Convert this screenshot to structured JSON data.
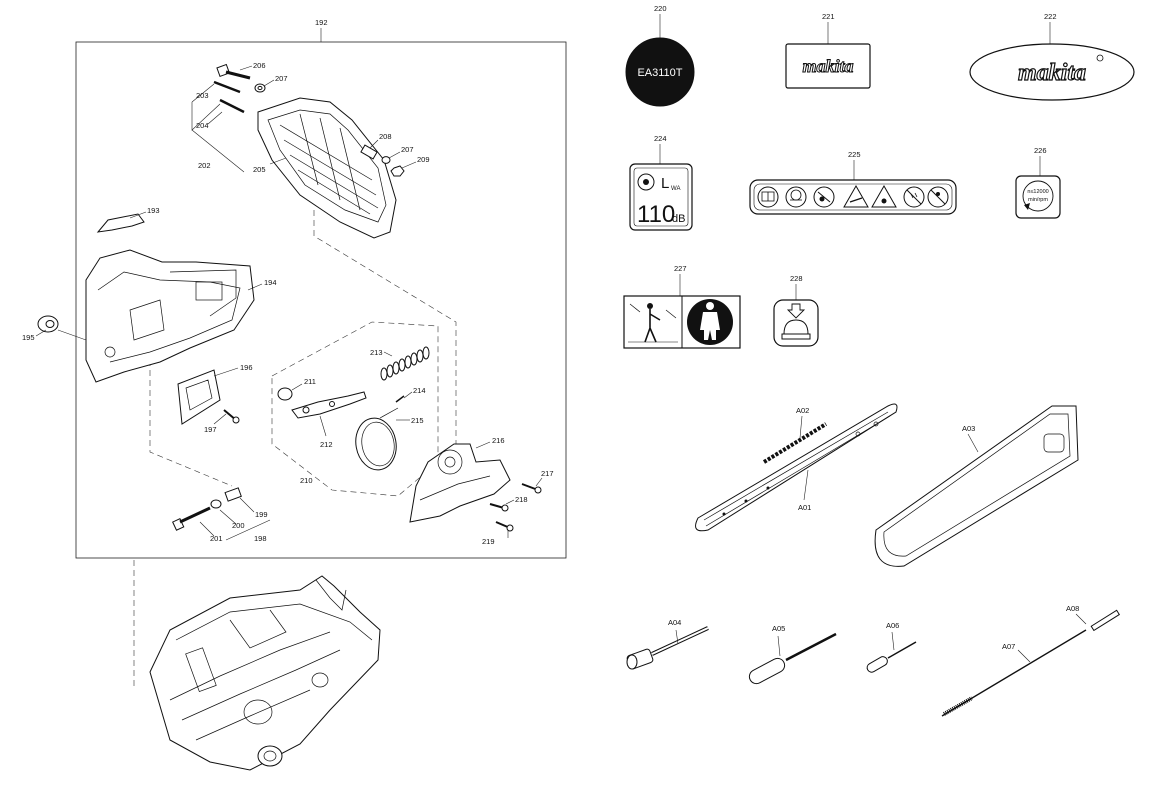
{
  "assembly_label": "192",
  "callouts": {
    "c193": "193",
    "c194": "194",
    "c195": "195",
    "c196": "196",
    "c197": "197",
    "c198": "198",
    "c199": "199",
    "c200": "200",
    "c201": "201",
    "c202": "202",
    "c203": "203",
    "c204": "204",
    "c205": "205",
    "c206": "206",
    "c207a": "207",
    "c207b": "207",
    "c208": "208",
    "c209": "209",
    "c210": "210",
    "c211": "211",
    "c212": "212",
    "c213": "213",
    "c214": "214",
    "c215": "215",
    "c216": "216",
    "c217": "217",
    "c218": "218",
    "c219": "219",
    "c220": "220",
    "c221": "221",
    "c222": "222",
    "c224": "224",
    "c225": "225",
    "c226": "226",
    "c227": "227",
    "c228": "228",
    "a01": "A01",
    "a02": "A02",
    "a03": "A03",
    "a04": "A04",
    "a05": "A05",
    "a06": "A06",
    "a07": "A07",
    "a08": "A08"
  },
  "labels": {
    "model_badge": "EA3110T",
    "brand_small": "makita",
    "brand_oval": "makita",
    "noise_l": "L",
    "noise_sub": "WA",
    "noise_value": "110",
    "noise_unit": "dB",
    "speed_value": "n≤12000",
    "speed_unit": "min/rpm"
  },
  "colors": {
    "ink": "#111111",
    "badge_fill": "#111111",
    "paper": "#ffffff"
  }
}
